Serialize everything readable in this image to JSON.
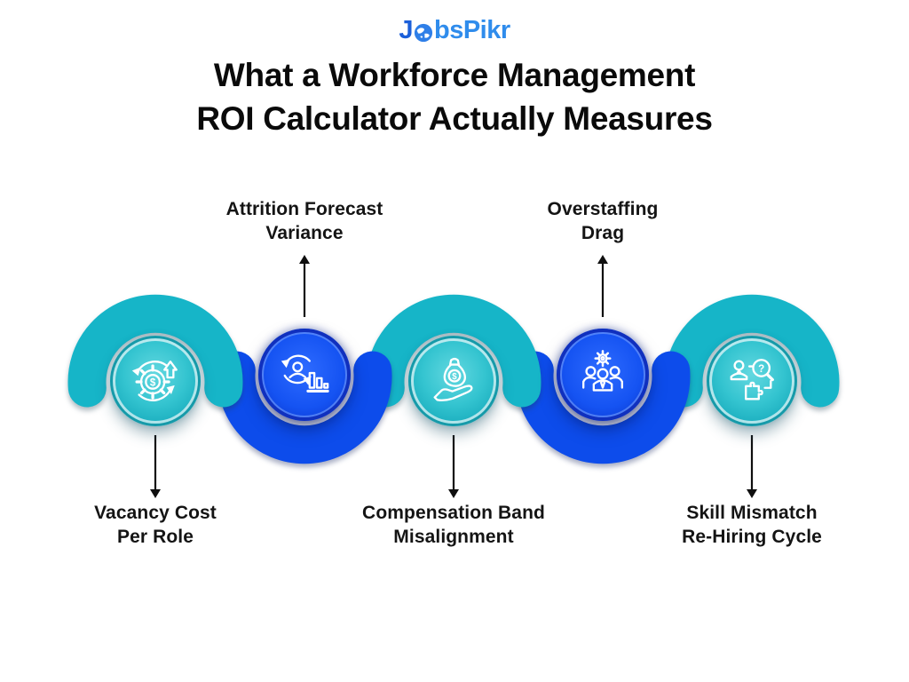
{
  "logo": {
    "prefix": "J",
    "suffix": "bsPikr",
    "full_name": "JobsPikr",
    "globe_icon": "globe-icon",
    "color_dark": "#1b5fd9",
    "color_light": "#2f8cec"
  },
  "title": "What a Workforce Management\nROI Calculator Actually Measures",
  "colors": {
    "wave_teal": "#16b5c8",
    "wave_blue": "#0d4ceb",
    "circle_teal": "#2cc3cf",
    "circle_blue": "#1550ee",
    "text": "#111111",
    "background": "#ffffff"
  },
  "items": [
    {
      "id": 1,
      "label": "Vacancy Cost\nPer Role",
      "label_position": "below",
      "circle_color": "teal",
      "icon": "gear-dollar-cycle-icon"
    },
    {
      "id": 2,
      "label": "Attrition Forecast\nVariance",
      "label_position": "above",
      "circle_color": "blue",
      "icon": "person-cycle-bars-icon"
    },
    {
      "id": 3,
      "label": "Compensation Band\nMisalignment",
      "label_position": "below",
      "circle_color": "teal",
      "icon": "hand-money-bag-icon"
    },
    {
      "id": 4,
      "label": "Overstaffing\nDrag",
      "label_position": "above",
      "circle_color": "blue",
      "icon": "team-gear-icon"
    },
    {
      "id": 5,
      "label": "Skill Mismatch\nRe-Hiring Cycle",
      "label_position": "below",
      "circle_color": "teal",
      "icon": "person-magnifier-puzzle-icon"
    }
  ]
}
